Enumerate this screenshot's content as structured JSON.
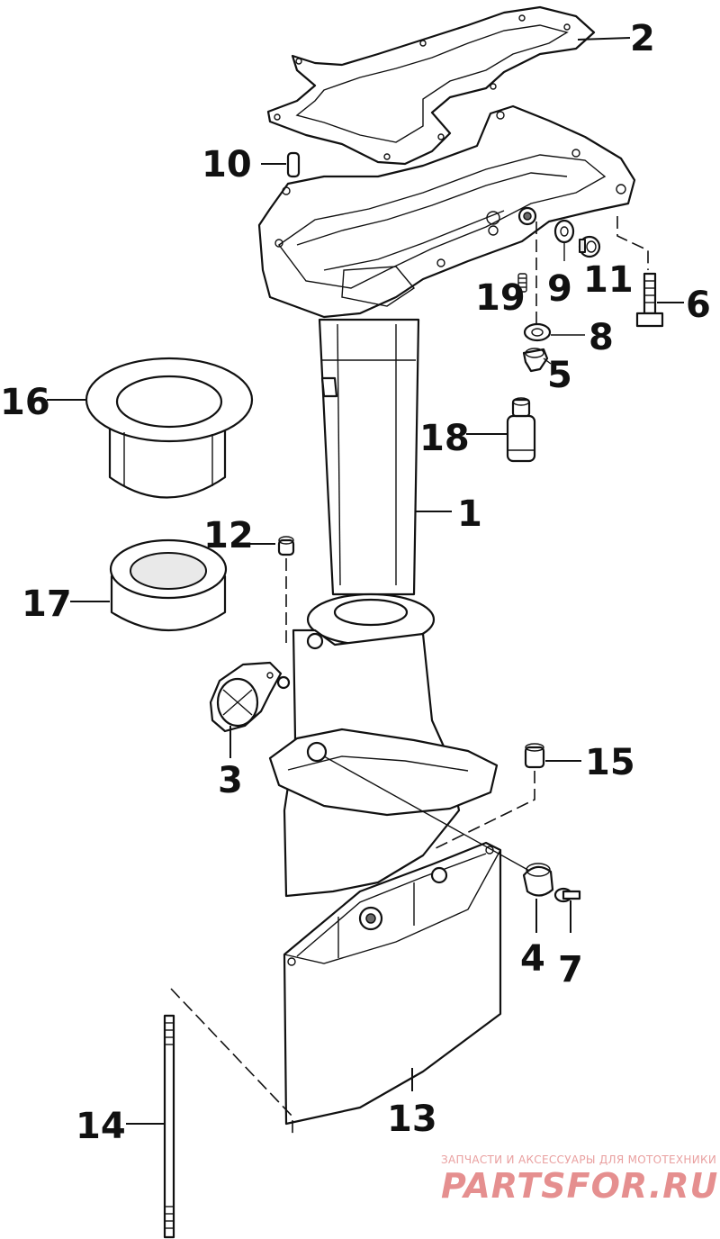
{
  "callouts": [
    {
      "id": "2",
      "label": "2"
    },
    {
      "id": "10",
      "label": "10"
    },
    {
      "id": "9",
      "label": "9"
    },
    {
      "id": "11",
      "label": "11"
    },
    {
      "id": "19",
      "label": "19"
    },
    {
      "id": "6",
      "label": "6"
    },
    {
      "id": "8",
      "label": "8"
    },
    {
      "id": "5",
      "label": "5"
    },
    {
      "id": "16",
      "label": "16"
    },
    {
      "id": "18",
      "label": "18"
    },
    {
      "id": "1",
      "label": "1"
    },
    {
      "id": "12",
      "label": "12"
    },
    {
      "id": "17",
      "label": "17"
    },
    {
      "id": "3",
      "label": "3"
    },
    {
      "id": "15",
      "label": "15"
    },
    {
      "id": "4",
      "label": "4"
    },
    {
      "id": "7",
      "label": "7"
    },
    {
      "id": "14",
      "label": "14"
    },
    {
      "id": "13",
      "label": "13"
    }
  ],
  "watermark": {
    "tagline": "ЗАПЧАСТИ И АКСЕССУАРЫ ДЛЯ МОТОТЕХНИКИ",
    "brand": "PARTSFOR.RU"
  },
  "colors": {
    "line": "#111111",
    "watermark": "#e58f8f"
  }
}
